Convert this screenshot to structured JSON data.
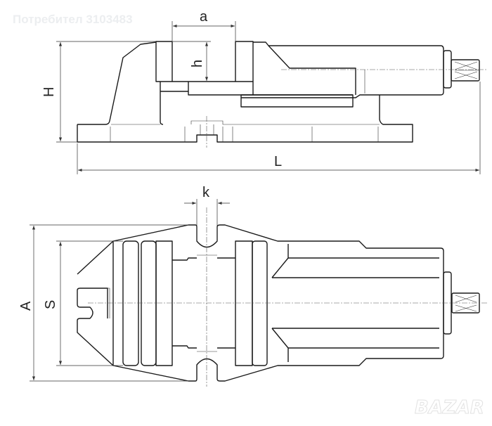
{
  "watermark": "Потребител 3103483",
  "logo": "BAZAR",
  "dimensions": {
    "a": "a",
    "h": "h",
    "H": "H",
    "L": "L",
    "k": "k",
    "A": "A",
    "S": "S"
  }
}
